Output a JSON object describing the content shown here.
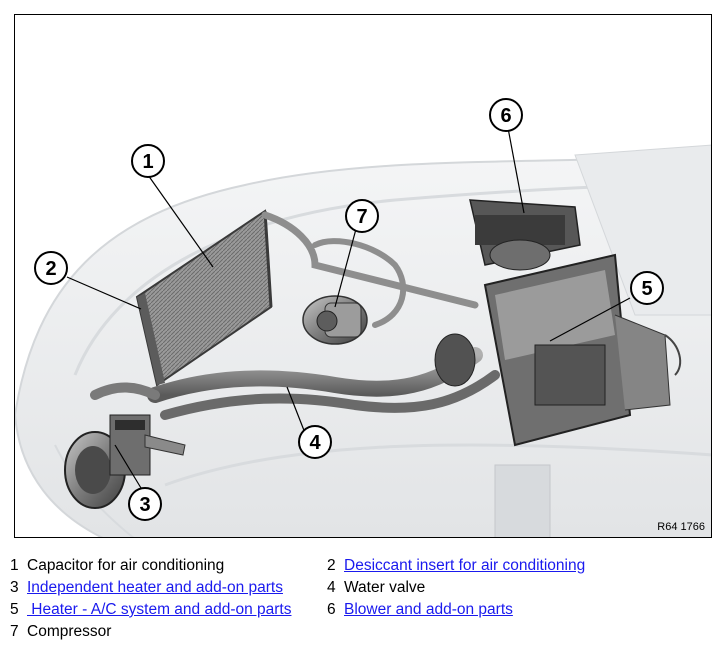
{
  "diagram": {
    "callouts": [
      "1",
      "2",
      "3",
      "4",
      "5",
      "6",
      "7"
    ],
    "reference_code": "R64 1766"
  },
  "legend": {
    "rows": [
      [
        {
          "num": "1",
          "label": "Capacitor for air conditioning",
          "link": false
        },
        {
          "num": "2",
          "label": "Desiccant insert for air conditioning",
          "link": true
        }
      ],
      [
        {
          "num": "3",
          "label": "Independent heater and add-on parts",
          "link": true
        },
        {
          "num": "4",
          "label": "Water valve",
          "link": false
        }
      ],
      [
        {
          "num": "5",
          "label": " Heater - A/C system and add-on parts",
          "link": true
        },
        {
          "num": "6",
          "label": "Blower and add-on parts",
          "link": true
        }
      ],
      [
        {
          "num": "7",
          "label": "Compressor",
          "link": false
        }
      ]
    ]
  },
  "colors": {
    "link": "#1a1aee",
    "ghost_body": "#eef0f2",
    "component": "#8a8a8a"
  }
}
